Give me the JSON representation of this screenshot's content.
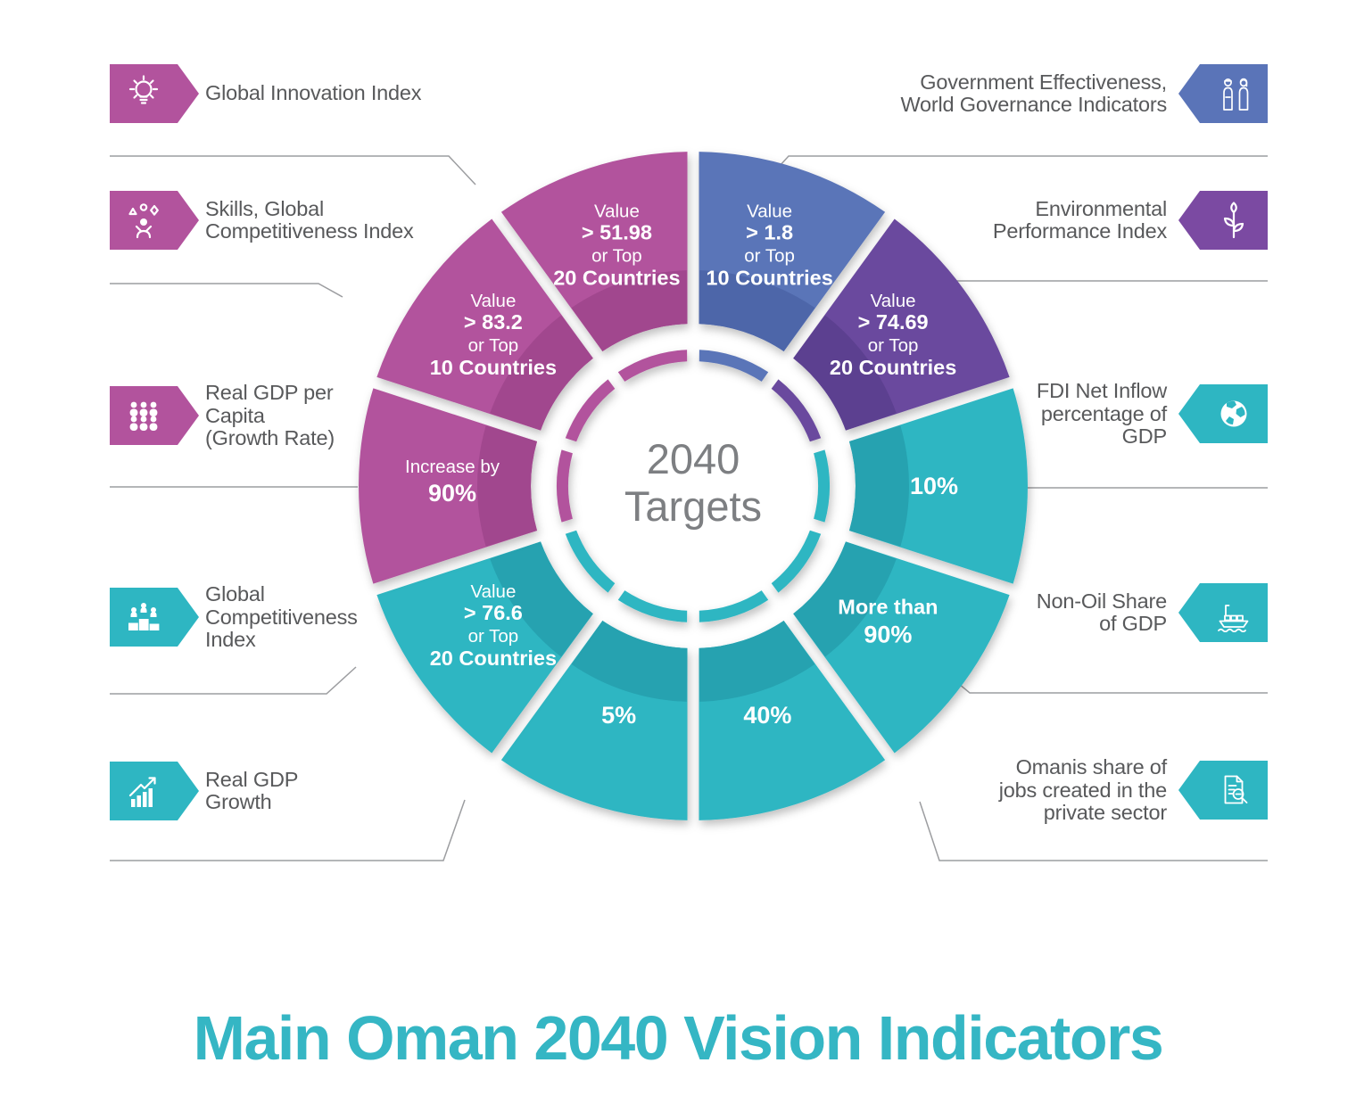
{
  "page_title": "Main Oman 2040 Vision Indicators",
  "center": {
    "line1": "2040",
    "line2": "Targets"
  },
  "colors": {
    "magenta": "#b2539d",
    "teal": "#2eb6c2",
    "blue": "#5a74b8",
    "purple_segment": "#6b4a9e",
    "purple_badge": "#7b4aa2",
    "label_text": "#58595b",
    "connector_line": "#9c9da0",
    "center_text": "#7d7f82",
    "title": "#35b6c4"
  },
  "donut": {
    "segments": [
      {
        "id": "government-effectiveness",
        "color": "#5a74b8",
        "color_dark": "#4d66a9",
        "lines": [
          {
            "text": "Value"
          },
          {
            "text": "> 1.8",
            "bold": true
          },
          {
            "text": "or Top"
          },
          {
            "text": "10 Countries",
            "bold": true
          }
        ]
      },
      {
        "id": "environmental-performance",
        "color": "#6b4a9e",
        "color_dark": "#5c3f90",
        "lines": [
          {
            "text": "Value"
          },
          {
            "text": "> 74.69",
            "bold": true
          },
          {
            "text": "or Top"
          },
          {
            "text": "20 Countries",
            "bold": true
          }
        ]
      },
      {
        "id": "fdi-net-inflow",
        "color": "#2eb6c2",
        "color_dark": "#27a2b0",
        "lines": [
          {
            "text": "10%",
            "bold": true,
            "large": true
          }
        ]
      },
      {
        "id": "non-oil-share",
        "color": "#2eb6c2",
        "color_dark": "#27a2b0",
        "lines": [
          {
            "text": "More than",
            "bold": true
          },
          {
            "text": "90%",
            "bold": true,
            "large": true
          }
        ]
      },
      {
        "id": "omanis-jobs-share",
        "color": "#2eb6c2",
        "color_dark": "#27a2b0",
        "lines": [
          {
            "text": "40%",
            "bold": true,
            "large": true
          }
        ]
      },
      {
        "id": "real-gdp-growth",
        "color": "#2eb6c2",
        "color_dark": "#27a2b0",
        "lines": [
          {
            "text": "5%",
            "bold": true,
            "large": true
          }
        ]
      },
      {
        "id": "global-competitiveness",
        "color": "#2eb6c2",
        "color_dark": "#27a2b0",
        "lines": [
          {
            "text": "Value"
          },
          {
            "text": "> 76.6",
            "bold": true
          },
          {
            "text": "or Top"
          },
          {
            "text": "20 Countries",
            "bold": true
          }
        ]
      },
      {
        "id": "real-gdp-per-capita",
        "color": "#b2539d",
        "color_dark": "#a1478e",
        "lines": [
          {
            "text": "Increase by"
          },
          {
            "text": "90%",
            "bold": true,
            "large": true
          }
        ]
      },
      {
        "id": "skills-global-competitiveness",
        "color": "#b2539d",
        "color_dark": "#a1478e",
        "lines": [
          {
            "text": "Value"
          },
          {
            "text": "> 83.2",
            "bold": true
          },
          {
            "text": "or Top"
          },
          {
            "text": "10 Countries",
            "bold": true
          }
        ]
      },
      {
        "id": "global-innovation",
        "color": "#b2539d",
        "color_dark": "#a1478e",
        "lines": [
          {
            "text": "Value"
          },
          {
            "text": "> 51.98",
            "bold": true
          },
          {
            "text": "or Top"
          },
          {
            "text": "20 Countries",
            "bold": true
          }
        ]
      }
    ]
  },
  "left_labels": [
    {
      "id": "global-innovation-index",
      "icon": "lightbulb-icon",
      "color": "#b2539d",
      "lines": [
        "Global Innovation Index"
      ]
    },
    {
      "id": "skills-global-competitiveness-index",
      "icon": "juggler-icon",
      "color": "#b2539d",
      "lines": [
        "Skills, Global",
        "Competitiveness Index"
      ]
    },
    {
      "id": "real-gdp-per-capita",
      "icon": "population-icon",
      "color": "#b2539d",
      "lines": [
        "Real GDP per",
        "Capita",
        "(Growth Rate)"
      ]
    },
    {
      "id": "global-competitiveness-index",
      "icon": "podium-icon",
      "color": "#2eb6c2",
      "lines": [
        "Global",
        "Competitiveness",
        "Index"
      ]
    },
    {
      "id": "real-gdp-growth",
      "icon": "growth-chart-icon",
      "color": "#2eb6c2",
      "lines": [
        "Real GDP",
        "Growth"
      ]
    }
  ],
  "right_labels": [
    {
      "id": "government-effectiveness-wgi",
      "icon": "omani-couple-icon",
      "color": "#5a74b8",
      "lines": [
        "Government Effectiveness,",
        "World Governance Indicators"
      ]
    },
    {
      "id": "environmental-performance-index",
      "icon": "plant-icon",
      "color": "#7b4aa2",
      "lines": [
        "Environmental",
        "Performance Index"
      ]
    },
    {
      "id": "fdi-net-inflow-percentage-of-gdp",
      "icon": "globe-icon",
      "color": "#2eb6c2",
      "lines": [
        "FDI Net Inflow",
        "percentage of",
        "GDP"
      ]
    },
    {
      "id": "non-oil-share-of-gdp",
      "icon": "ship-icon",
      "color": "#2eb6c2",
      "lines": [
        "Non-Oil Share",
        "of GDP"
      ]
    },
    {
      "id": "omanis-share-of-jobs",
      "icon": "document-search-icon",
      "color": "#2eb6c2",
      "lines": [
        "Omanis share of",
        "jobs created in the",
        "private sector"
      ]
    }
  ],
  "chart_data": {
    "type": "pie",
    "title": "2040 Targets",
    "legend_position": "callout-labels",
    "slices": [
      {
        "indicator": "Government Effectiveness, World Governance Indicators",
        "target": "Value > 1.8 or Top 10 Countries",
        "share_percent": 10,
        "color": "#5a74b8"
      },
      {
        "indicator": "Environmental Performance Index",
        "target": "Value > 74.69 or Top 20 Countries",
        "share_percent": 10,
        "color": "#6b4a9e"
      },
      {
        "indicator": "FDI Net Inflow percentage of GDP",
        "target": "10%",
        "share_percent": 10,
        "color": "#2eb6c2"
      },
      {
        "indicator": "Non-Oil Share of GDP",
        "target": "More than 90%",
        "share_percent": 10,
        "color": "#2eb6c2"
      },
      {
        "indicator": "Omanis share of jobs created in the private sector",
        "target": "40%",
        "share_percent": 10,
        "color": "#2eb6c2"
      },
      {
        "indicator": "Real GDP Growth",
        "target": "5%",
        "share_percent": 10,
        "color": "#2eb6c2"
      },
      {
        "indicator": "Global Competitiveness Index",
        "target": "Value > 76.6 or Top 20 Countries",
        "share_percent": 10,
        "color": "#2eb6c2"
      },
      {
        "indicator": "Real GDP per Capita (Growth Rate)",
        "target": "Increase by 90%",
        "share_percent": 10,
        "color": "#b2539d"
      },
      {
        "indicator": "Skills, Global Competitiveness Index",
        "target": "Value > 83.2 or Top 10 Countries",
        "share_percent": 10,
        "color": "#b2539d"
      },
      {
        "indicator": "Global Innovation Index",
        "target": "Value > 51.98 or Top 20 Countries",
        "share_percent": 10,
        "color": "#b2539d"
      }
    ]
  }
}
